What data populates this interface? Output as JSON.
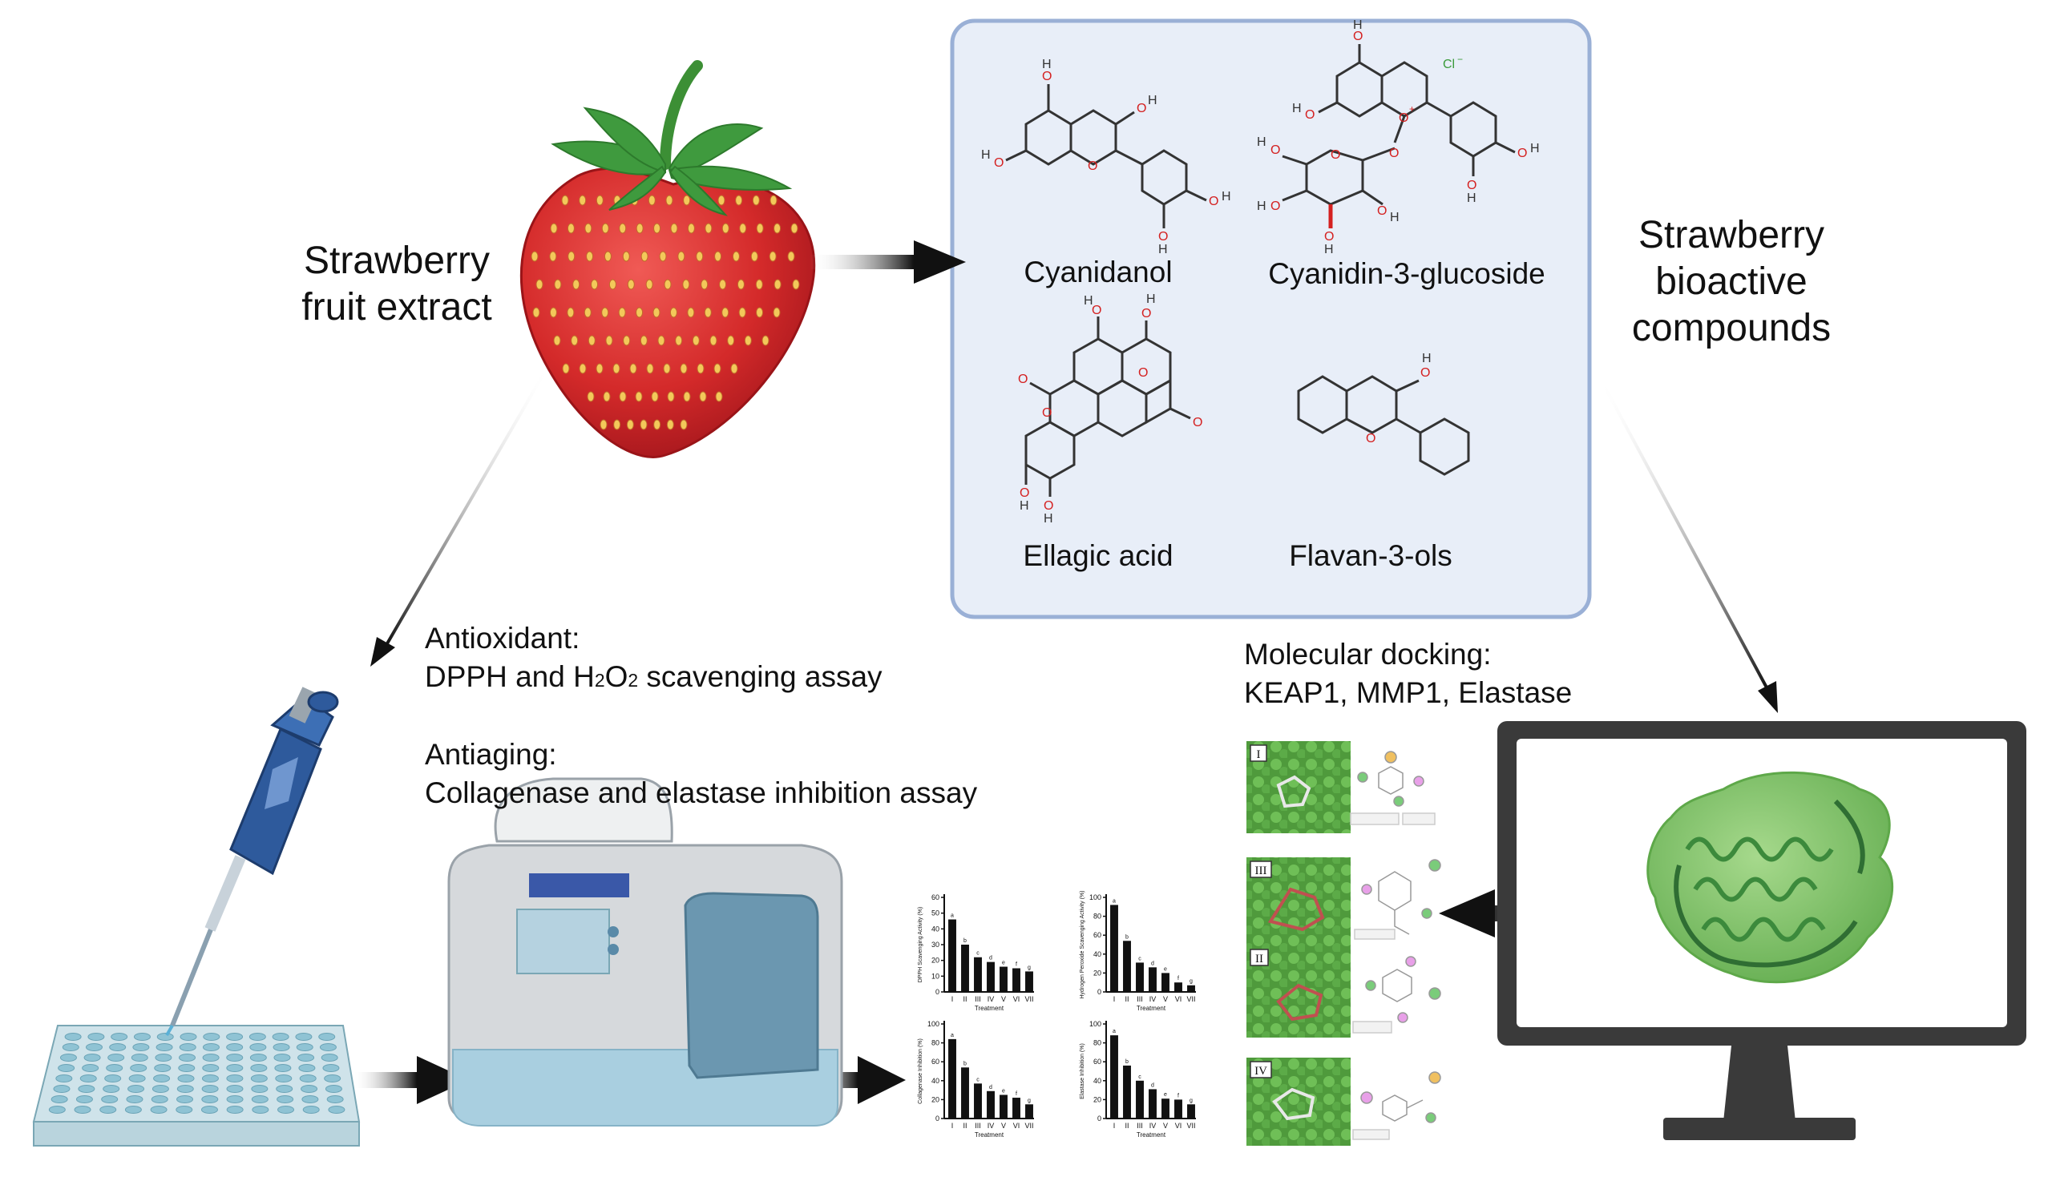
{
  "extract_label": [
    "Strawberry",
    "fruit extract"
  ],
  "bioactive_label": [
    "Strawberry",
    "bioactive",
    "compounds"
  ],
  "compounds": [
    "Cyanidanol",
    "Cyanidin-3-glucoside",
    "Ellagic acid",
    "Flavan-3-ols"
  ],
  "counterion": "Cl",
  "antioxidant": {
    "heading": "Antioxidant:",
    "line_pre": "DPPH and H",
    "sub1": "2",
    "line_mid": "O",
    "sub2": "2",
    "line_post": " scavenging assay"
  },
  "antiaging": {
    "heading": "Antiaging:",
    "line": "Collagenase and elastase inhibition assay"
  },
  "docking": {
    "heading": "Molecular docking:",
    "targets": "KEAP1, MMP1, Elastase",
    "panels": [
      "I",
      "III",
      "II",
      "IV"
    ]
  },
  "bar_charts": {
    "x_label": "Treatment",
    "categories": [
      "I",
      "II",
      "III",
      "IV",
      "V",
      "VI",
      "VII"
    ],
    "letters": [
      "a",
      "b",
      "c",
      "d",
      "e",
      "f",
      "g"
    ],
    "charts": [
      {
        "ylabel": "DPPH Scavenging Activity (%)",
        "ylim": [
          0,
          60
        ],
        "ticks": [
          0,
          10,
          20,
          30,
          40,
          50,
          60
        ],
        "values": [
          46,
          30,
          22,
          19,
          16,
          15,
          13
        ]
      },
      {
        "ylabel": "Hydrogen Peroxide Scavenging Activity (%)",
        "ylim": [
          0,
          100
        ],
        "ticks": [
          0,
          20,
          40,
          60,
          80,
          100
        ],
        "values": [
          92,
          54,
          31,
          26,
          20,
          10,
          7
        ]
      },
      {
        "ylabel": "Collagenase Inhibition (%)",
        "ylim": [
          0,
          100
        ],
        "ticks": [
          0,
          20,
          40,
          60,
          80,
          100
        ],
        "values": [
          84,
          54,
          37,
          29,
          25,
          22,
          15
        ]
      },
      {
        "ylabel": "Elastase Inhibition (%)",
        "ylim": [
          0,
          100
        ],
        "ticks": [
          0,
          20,
          40,
          60,
          80,
          100
        ],
        "values": [
          88,
          56,
          40,
          31,
          21,
          20,
          15
        ]
      }
    ]
  },
  "colors": {
    "strawberry": "#d42a2a",
    "leaf": "#3f9a3e",
    "compound_box_fill": "#e8eef8",
    "compound_box_border": "#9ab0d6",
    "oxygen": "#d42020",
    "pipette_blue": "#2e5a9c",
    "protein_green": "#7fc36a",
    "arrow": "#111111"
  }
}
